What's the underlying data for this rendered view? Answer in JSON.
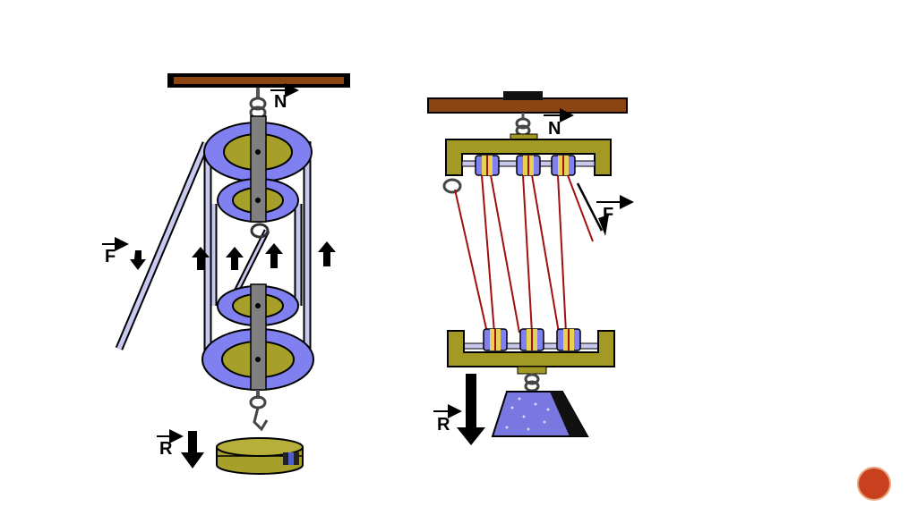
{
  "labels": {
    "left_N": "N",
    "left_F": "F",
    "left_R": "R",
    "right_N": "N",
    "right_F": "F",
    "right_R": "R"
  },
  "colors": {
    "beam": "#8b4513",
    "pulley_rim": "#8080f0",
    "pulley_hub": "#a6a02a",
    "strap": "#7f7f7f",
    "rope": "#c8c8f0",
    "red_rope": "#a01010",
    "frame": "#a29a24",
    "badge": "#c9401f"
  },
  "slide_number": ""
}
